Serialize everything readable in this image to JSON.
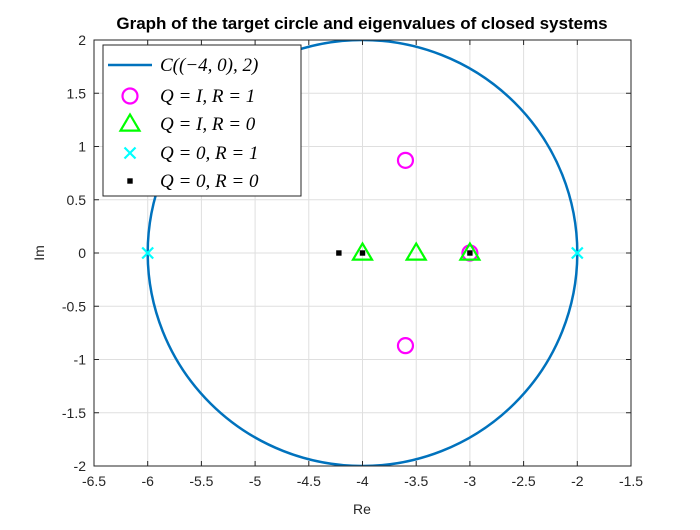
{
  "chart_data": {
    "type": "scatter",
    "title": "Graph of the target circle and eigenvalues of closed systems",
    "xlabel": "Re",
    "ylabel": "Im",
    "xlim": [
      -6.5,
      -1.5
    ],
    "ylim": [
      -2,
      2
    ],
    "grid": true,
    "legend_position": "top-left",
    "x_ticks": [
      -6.5,
      -6,
      -5.5,
      -5,
      -4.5,
      -4,
      -3.5,
      -3,
      -2.5,
      -2,
      -1.5
    ],
    "x_tick_labels": [
      "-6.5",
      "-6",
      "-5.5",
      "-5",
      "-4.5",
      "-4",
      "-3.5",
      "-3",
      "-2.5",
      "-2",
      "-1.5"
    ],
    "y_ticks": [
      -2,
      -1.5,
      -1,
      -0.5,
      0,
      0.5,
      1,
      1.5,
      2
    ],
    "y_tick_labels": [
      "-2",
      "-1.5",
      "-1",
      "-0.5",
      "0",
      "0.5",
      "1",
      "1.5",
      "2"
    ],
    "circle": {
      "name": "C((−4, 0), 2)",
      "center": [
        -4,
        0
      ],
      "radius": 2,
      "color": "#0072BD"
    },
    "series": [
      {
        "name": "Q = I, R = 1",
        "marker": "circle",
        "color": "#FF00FF",
        "points": [
          [
            -3.6,
            0.87
          ],
          [
            -3.6,
            -0.87
          ],
          [
            -3.0,
            0.0
          ]
        ]
      },
      {
        "name": "Q = I, R = 0",
        "marker": "triangle",
        "color": "#00FF00",
        "points": [
          [
            -4.0,
            0.0
          ],
          [
            -3.5,
            0.0
          ],
          [
            -3.0,
            0.0
          ]
        ]
      },
      {
        "name": "Q = 0, R = 1",
        "marker": "x",
        "color": "#00FFFF",
        "points": [
          [
            -6.0,
            0.0
          ],
          [
            -2.0,
            0.0
          ]
        ]
      },
      {
        "name": "Q = 0, R = 0",
        "marker": "square",
        "color": "#000000",
        "points": [
          [
            -4.22,
            0.0
          ],
          [
            -4.0,
            0.0
          ],
          [
            -3.0,
            0.0
          ]
        ]
      }
    ]
  }
}
